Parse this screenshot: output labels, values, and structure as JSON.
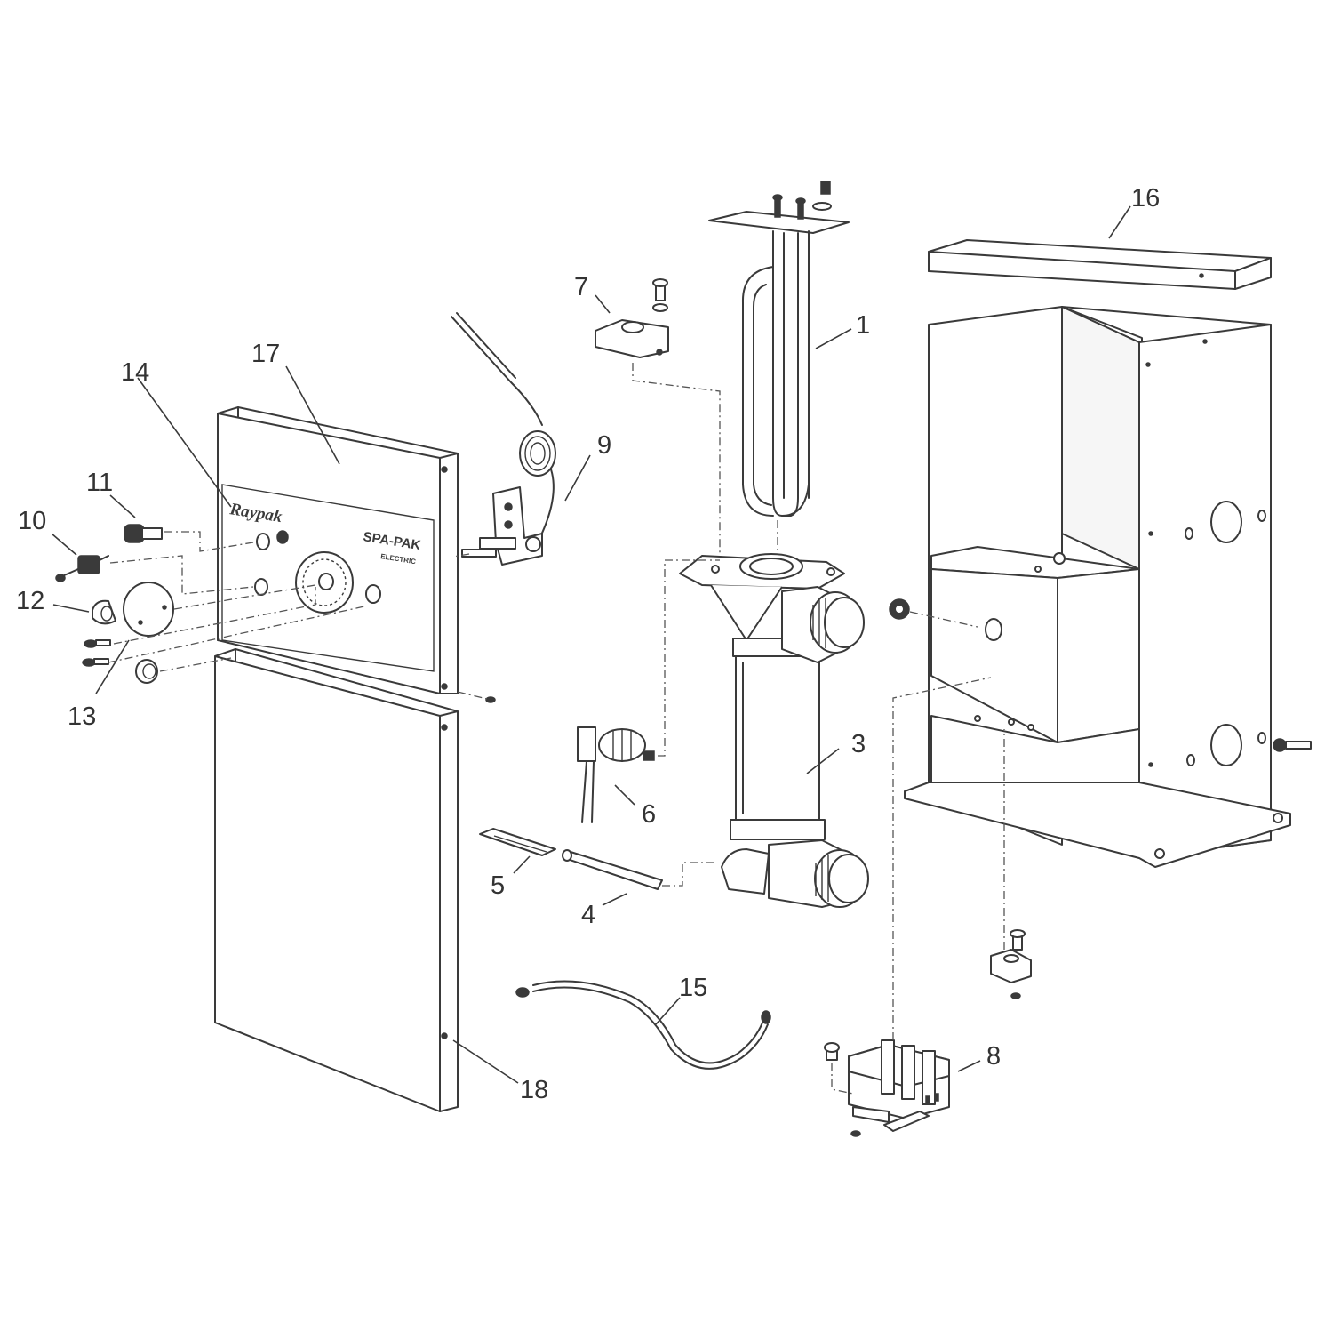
{
  "panel_text": {
    "brand": "Raypak",
    "model": "SPA-PAK",
    "model_sub": "ELECTRIC"
  },
  "callouts": [
    "1",
    "3",
    "4",
    "5",
    "6",
    "7",
    "8",
    "9",
    "10",
    "11",
    "12",
    "13",
    "14",
    "15",
    "16",
    "17",
    "18"
  ]
}
